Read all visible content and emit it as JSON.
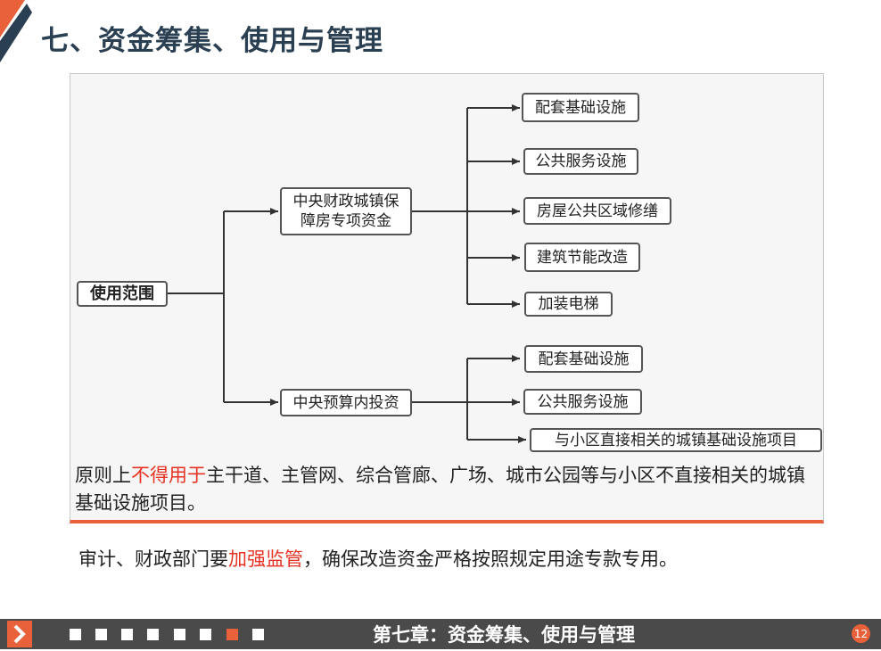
{
  "title": "七、资金筹集、使用与管理",
  "diagram": {
    "root": "使用范围",
    "branch_a": {
      "label": "中央财政城镇保障房专项资金",
      "items": [
        "配套基础设施",
        "公共服务设施",
        "房屋公共区域修缮",
        "建筑节能改造",
        "加装电梯"
      ]
    },
    "branch_b": {
      "label": "中央预算内投资",
      "items": [
        "配套基础设施",
        "公共服务设施",
        "与小区直接相关的城镇基础设施项目"
      ]
    }
  },
  "panel_text": {
    "prefix": "原则上",
    "emphasis": "不得用于",
    "suffix": "主干道、主管网、综合管廊、广场、城市公园等与小区不直接相关的城镇基础设施项目。"
  },
  "note": {
    "prefix": "审计、财政部门要",
    "emphasis": "加强监管",
    "suffix": "，确保改造资金严格按照规定用途专款专用。"
  },
  "footer": {
    "chapter_title": "第七章：资金筹集、使用与管理",
    "page_number": "12",
    "active_dot_index": 6,
    "dot_count": 8
  },
  "colors": {
    "accent": "#e8613a",
    "title": "#2a4052",
    "emphasis": "#e63222",
    "footer_bg": "#4a4a4a"
  }
}
